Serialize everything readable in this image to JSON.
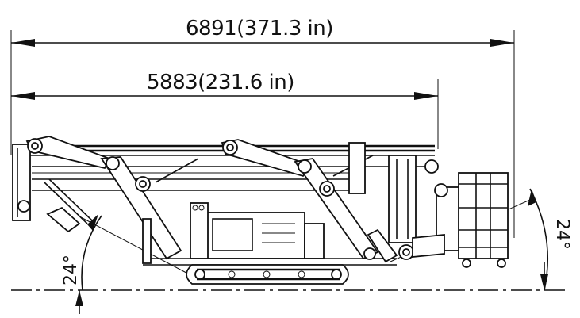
{
  "dimensions": {
    "overall": "6891(371.3 in)",
    "stowed": "5883(231.6 in)"
  },
  "angles": {
    "left": "24°",
    "right": "24°"
  }
}
